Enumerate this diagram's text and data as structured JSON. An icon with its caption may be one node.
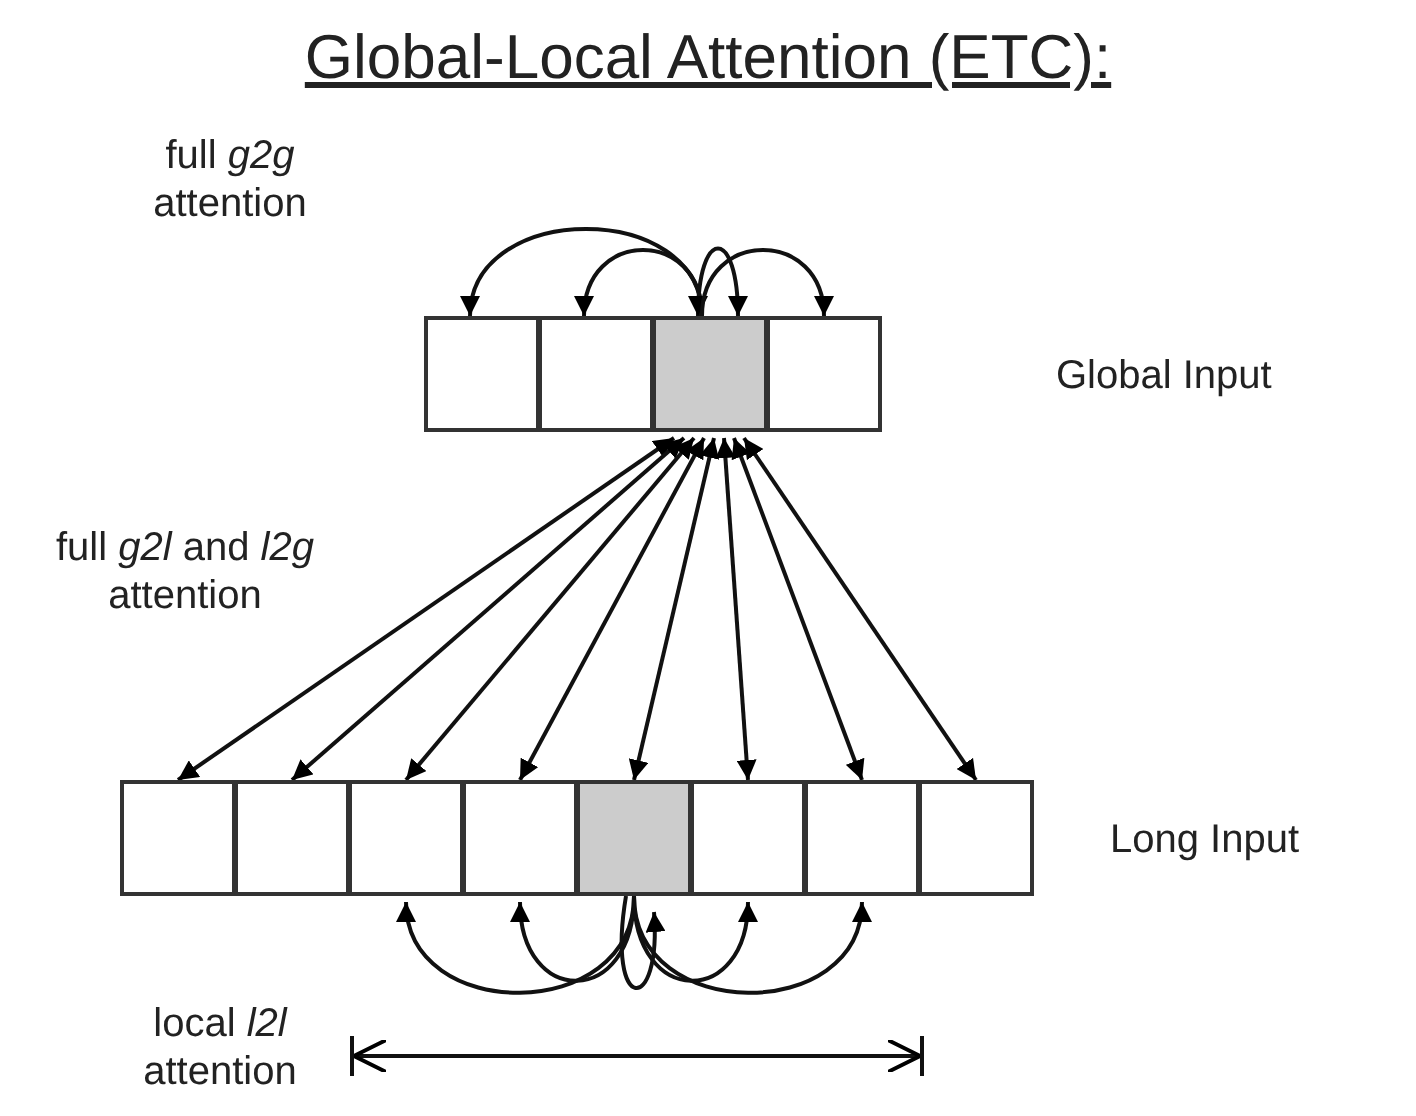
{
  "diagram": {
    "title": "Global-Local Attention (ETC):",
    "nodes": [
      {
        "text": [],
        "shape": "box"
      },
      {
        "text": [],
        "shape": "box"
      },
      {
        "text": [],
        "shape": "box"
      },
      {
        "text": [],
        "shape": "box"
      },
      {
        "text": [],
        "shape": "box"
      },
      {
        "text": [],
        "shape": "box"
      },
      {
        "text": [],
        "shape": "box"
      },
      {
        "text": [],
        "shape": "box"
      },
      {
        "text": [],
        "shape": "box"
      },
      {
        "text": [],
        "shape": "box"
      },
      {
        "text": [],
        "shape": "box"
      },
      {
        "text": [],
        "shape": "box"
      }
    ],
    "edges": [
      {
        "from": 2,
        "to": 0,
        "arrow": "to"
      },
      {
        "from": 2,
        "to": 1,
        "arrow": "to"
      },
      {
        "from": 2,
        "to": 2,
        "arrow": "both"
      },
      {
        "from": 2,
        "to": 3,
        "arrow": "to"
      },
      {
        "from": 2,
        "to": 4,
        "arrow": "both"
      },
      {
        "from": 2,
        "to": 5,
        "arrow": "both"
      },
      {
        "from": 2,
        "to": 6,
        "arrow": "both"
      },
      {
        "from": 2,
        "to": 7,
        "arrow": "both"
      },
      {
        "from": 2,
        "to": 8,
        "arrow": "both"
      },
      {
        "from": 2,
        "to": 9,
        "arrow": "both"
      },
      {
        "from": 2,
        "to": 10,
        "arrow": "both"
      },
      {
        "from": 2,
        "to": 11,
        "arrow": "both"
      },
      {
        "from": 8,
        "to": 6,
        "arrow": "to"
      },
      {
        "from": 8,
        "to": 7,
        "arrow": "to"
      },
      {
        "from": 8,
        "to": 8,
        "arrow": "to"
      },
      {
        "from": 8,
        "to": 9,
        "arrow": "to"
      },
      {
        "from": 8,
        "to": 10,
        "arrow": "to"
      }
    ],
    "labels": [
      "full *g2g* attention",
      "Global Input",
      "full *g2l* and *l2g* attention",
      "Long Input",
      "local *l2l* attention"
    ]
  }
}
